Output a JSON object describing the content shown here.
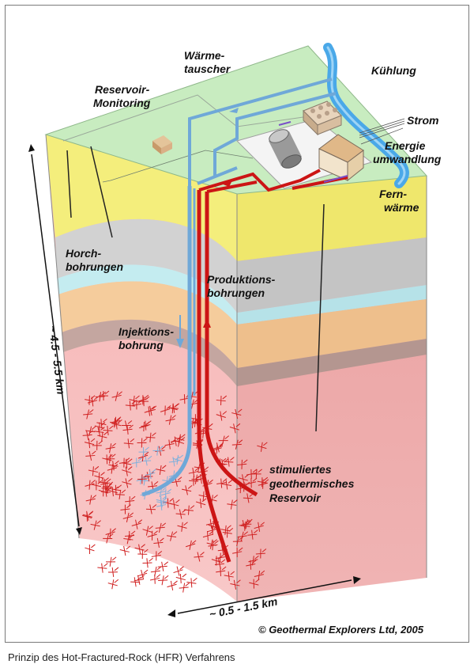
{
  "labels": {
    "waermetauscher_1": "Wärme-",
    "waermetauscher_2": "tauscher",
    "reservoir_monitoring_1": "Reservoir-",
    "reservoir_monitoring_2": "Monitoring",
    "kuehlung": "Kühlung",
    "strom": "Strom",
    "energie_1": "Energie",
    "energie_2": "umwandlung",
    "fern_1": "Fern-",
    "fern_2": "wärme",
    "horch_1": "Horch-",
    "horch_2": "bohrungen",
    "produktion_1": "Produktions-",
    "produktion_2": "bohrungen",
    "injektion_1": "Injektions-",
    "injektion_2": "bohrung",
    "reservoir_1": "stimuliertes",
    "reservoir_2": "geothermisches",
    "reservoir_3": "Reservoir"
  },
  "dimensions": {
    "depth": "~ 4.5 - 5.5 km",
    "width": "~ 0.5 - 1.5 km"
  },
  "copyright": "© Geothermal Explorers Ltd, 2005",
  "caption": "Prinzip des Hot-Fractured-Rock (HFR) Verfahrens",
  "colors": {
    "surface": "#c8ecc0",
    "yellow_layer": "#f4ee7c",
    "gray_layer": "#cfcfcf",
    "orange_layer": "#f5cc9c",
    "cyan_layer": "#c4ecf0",
    "brown_layer": "#c4a6a0",
    "reservoir_rock": "#f2a4a4",
    "hot_pipe": "#cc1515",
    "cold_pipe": "#6fa8d8",
    "river": "#4aa8e8"
  }
}
